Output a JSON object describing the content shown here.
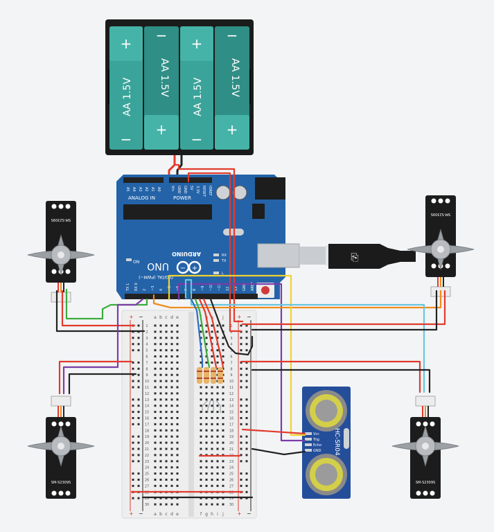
{
  "battery_pack": {
    "cells": [
      {
        "label": "AA 1.5V",
        "top_sign": "+",
        "bottom_sign": "−"
      },
      {
        "label": "AA 1.5V",
        "top_sign": "−",
        "bottom_sign": "+"
      },
      {
        "label": "AA 1.5V",
        "top_sign": "+",
        "bottom_sign": "−"
      },
      {
        "label": "AA 1.5V",
        "top_sign": "−",
        "bottom_sign": "+"
      }
    ]
  },
  "arduino": {
    "brand": "ARDUINO",
    "model": "UNO",
    "power_label": "POWER",
    "analog_label": "ANALOG IN",
    "digital_label": "DIGITAL (PWM~)",
    "on_label": "ON",
    "tx_label": "TX",
    "rx_label": "RX",
    "l_label": "L",
    "analog_pins": [
      "A5",
      "A4",
      "A3",
      "A2",
      "A1",
      "A0"
    ],
    "power_pins": [
      "Vin",
      "GND",
      "GND",
      "5V",
      "3.3V",
      "RESET",
      "IOREF"
    ],
    "digital_pins": [
      "TX 1",
      "RX 0",
      "2",
      "~3",
      "4",
      "~5",
      "~6",
      "7",
      "8",
      "~9",
      "~10",
      "~11",
      "12",
      "13",
      "GND",
      "AREF"
    ]
  },
  "servos": [
    {
      "label": "SM-S2309S"
    },
    {
      "label": "SM-S2309S"
    },
    {
      "label": "SM-S2309S"
    },
    {
      "label": "SM-S2309S"
    }
  ],
  "ultrasonic": {
    "label": "HC-SR04",
    "pins": [
      "Vcc",
      "Trig",
      "Echo",
      "GND"
    ]
  },
  "breadboard": {
    "column_letters_left": [
      "a",
      "b",
      "c",
      "d",
      "e"
    ],
    "column_letters_right": [
      "f",
      "g",
      "h",
      "i",
      "j"
    ],
    "row_numbers": [
      "1",
      "2",
      "3",
      "4",
      "5",
      "6",
      "7",
      "8",
      "9",
      "10",
      "11",
      "12",
      "13",
      "14",
      "15",
      "16",
      "17",
      "18",
      "19",
      "20",
      "21",
      "22",
      "23",
      "24",
      "25",
      "26",
      "27",
      "28",
      "29",
      "30"
    ],
    "rail_plus": "+",
    "rail_minus": "−"
  },
  "colors": {
    "red": "#e23b2e",
    "black": "#222222",
    "green": "#3cad3c",
    "orange": "#f08c1e",
    "yellow": "#f2d22e",
    "cyan": "#68c6de",
    "purple": "#7a3da8",
    "blue": "#2b6fc4",
    "board_blue": "#2563a8",
    "battery_green": "#3aa39a"
  }
}
